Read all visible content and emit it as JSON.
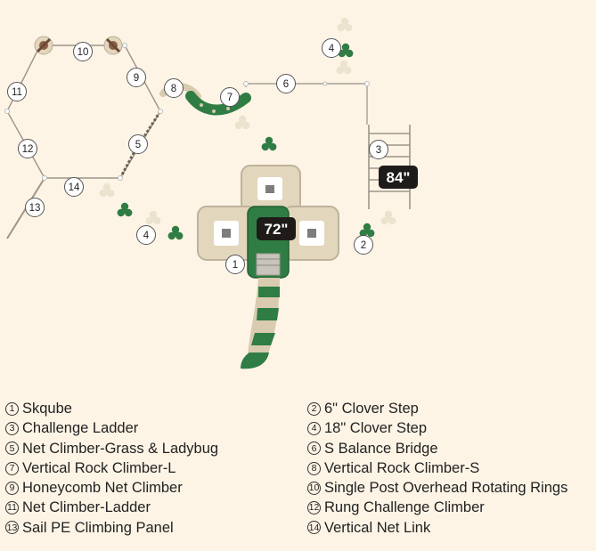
{
  "callouts": {
    "n1": "1",
    "n2": "2",
    "n3": "3",
    "n4a": "4",
    "n4b": "4",
    "n5": "5",
    "n6": "6",
    "n7": "7",
    "n8": "8",
    "n9": "9",
    "n10": "10",
    "n11": "11",
    "n12": "12",
    "n13": "13",
    "n14": "14"
  },
  "heights": {
    "deck": "72\"",
    "ladder": "84\""
  },
  "legend_left": [
    {
      "num": "1",
      "label": "Skqube"
    },
    {
      "num": "3",
      "label": "Challenge Ladder"
    },
    {
      "num": "5",
      "label": "Net Climber-Grass & Ladybug"
    },
    {
      "num": "7",
      "label": "Vertical Rock Climber-L"
    },
    {
      "num": "9",
      "label": "Honeycomb Net Climber"
    },
    {
      "num": "11",
      "label": "Net Climber-Ladder"
    },
    {
      "num": "13",
      "label": "Sail PE Climbing Panel"
    }
  ],
  "legend_right": [
    {
      "num": "2",
      "label": "6\" Clover Step"
    },
    {
      "num": "4",
      "label": "18\" Clover Step"
    },
    {
      "num": "6",
      "label": "S Balance Bridge"
    },
    {
      "num": "8",
      "label": "Vertical Rock Climber-S"
    },
    {
      "num": "10",
      "label": "Single Post Overhead Rotating Rings"
    },
    {
      "num": "12",
      "label": "Rung Challenge Climber"
    },
    {
      "num": "14",
      "label": "Vertical Net Link"
    }
  ],
  "colors": {
    "background": "#fdf4e6",
    "green": "#2f7d44",
    "beige": "#ddd0b4",
    "badge": "#1e1b19"
  }
}
